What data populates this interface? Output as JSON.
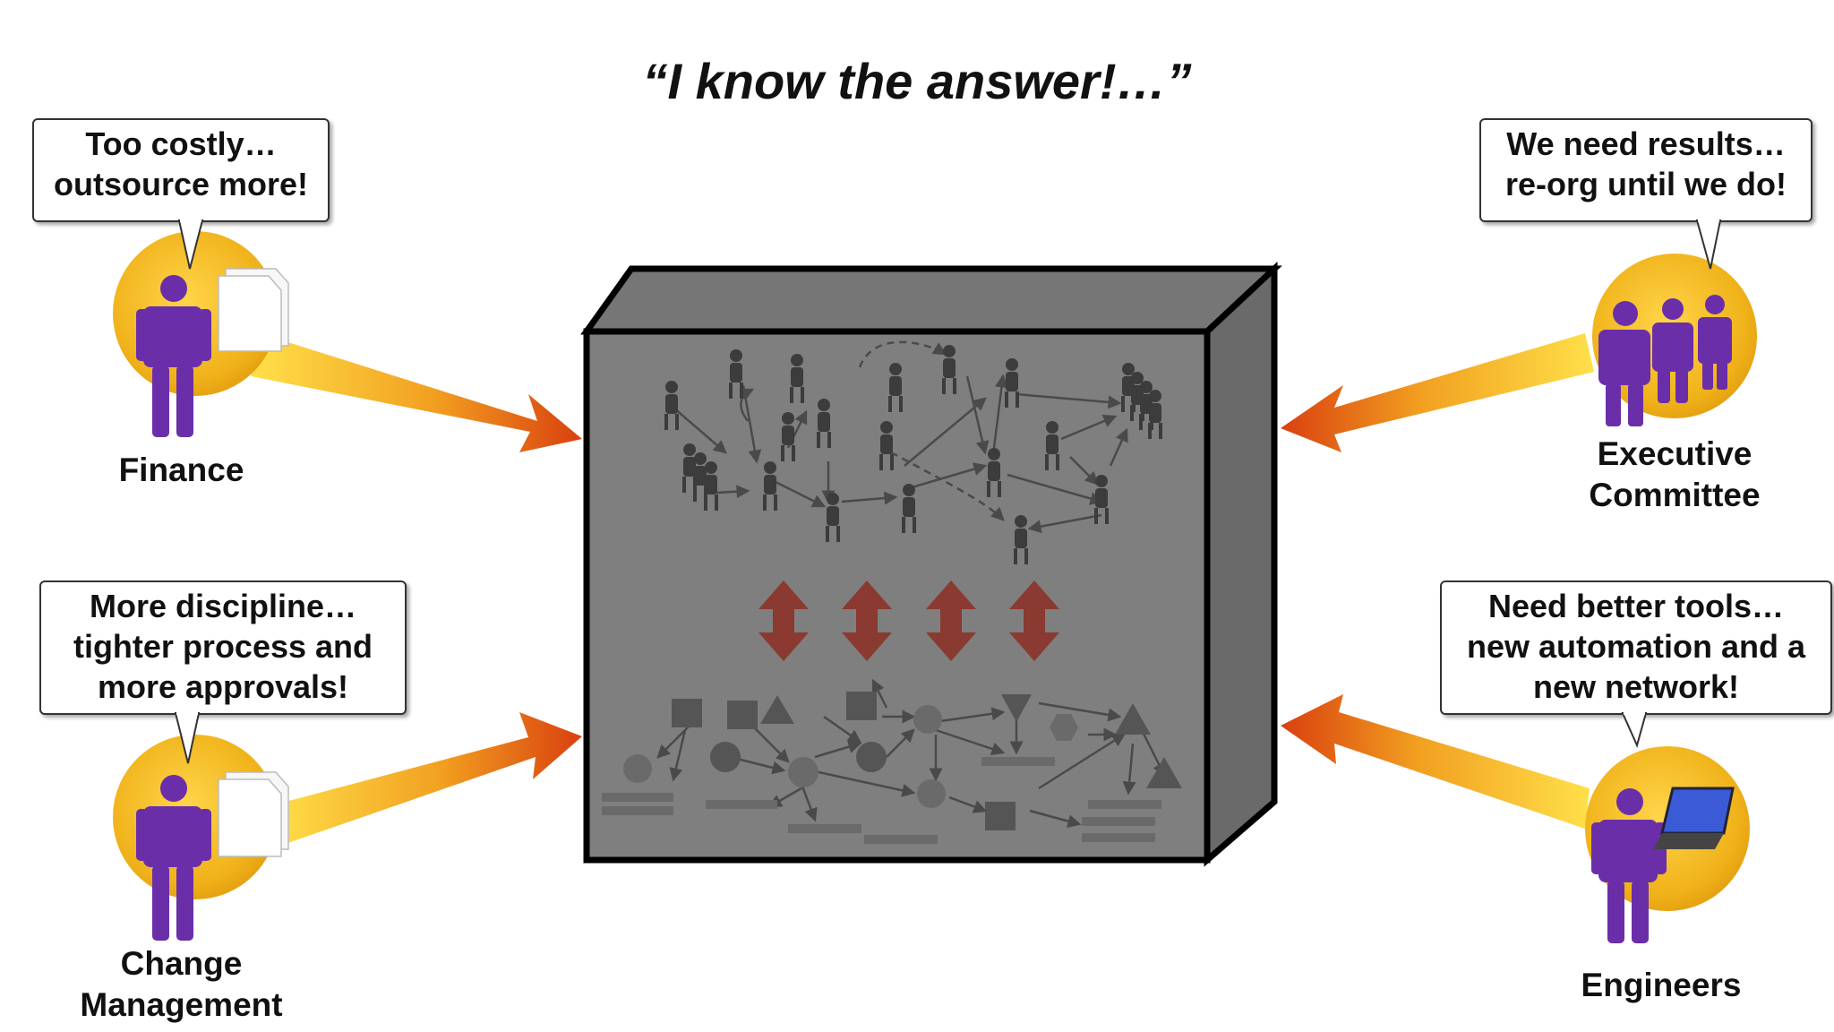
{
  "title": "“I know the answer!…”",
  "stakeholders": [
    {
      "id": "finance",
      "bubble": [
        "Too costly…",
        "outsource more!"
      ],
      "label": [
        "Finance"
      ],
      "icon": "person-with-documents-icon"
    },
    {
      "id": "executive",
      "bubble": [
        "We need results…",
        "re-org until we do!"
      ],
      "label": [
        "Executive",
        "Committee"
      ],
      "icon": "group-of-people-icon"
    },
    {
      "id": "change",
      "bubble": [
        "More discipline…",
        "tighter process and",
        "more approvals!"
      ],
      "label": [
        "Change",
        "Management"
      ],
      "icon": "person-with-documents-icon"
    },
    {
      "id": "engineers",
      "bubble": [
        "Need better tools…",
        "new automation and a",
        "new network!"
      ],
      "label": [
        "Engineers"
      ],
      "icon": "person-with-laptop-icon"
    }
  ],
  "colors": {
    "purple": "#6a2fa8",
    "gold": "#f2b81a",
    "arrow_start": "#ffd84a",
    "arrow_end": "#d94a10",
    "box_front": "#7f7f7f",
    "box_side": "#6a6a6a",
    "box_top": "#767676",
    "vertical_arrows": "#8a3a30"
  },
  "center": {
    "name": "black-box-organization",
    "icons": [
      "people-network-icon",
      "process-network-icon",
      "vertical-double-arrow-icon"
    ]
  }
}
